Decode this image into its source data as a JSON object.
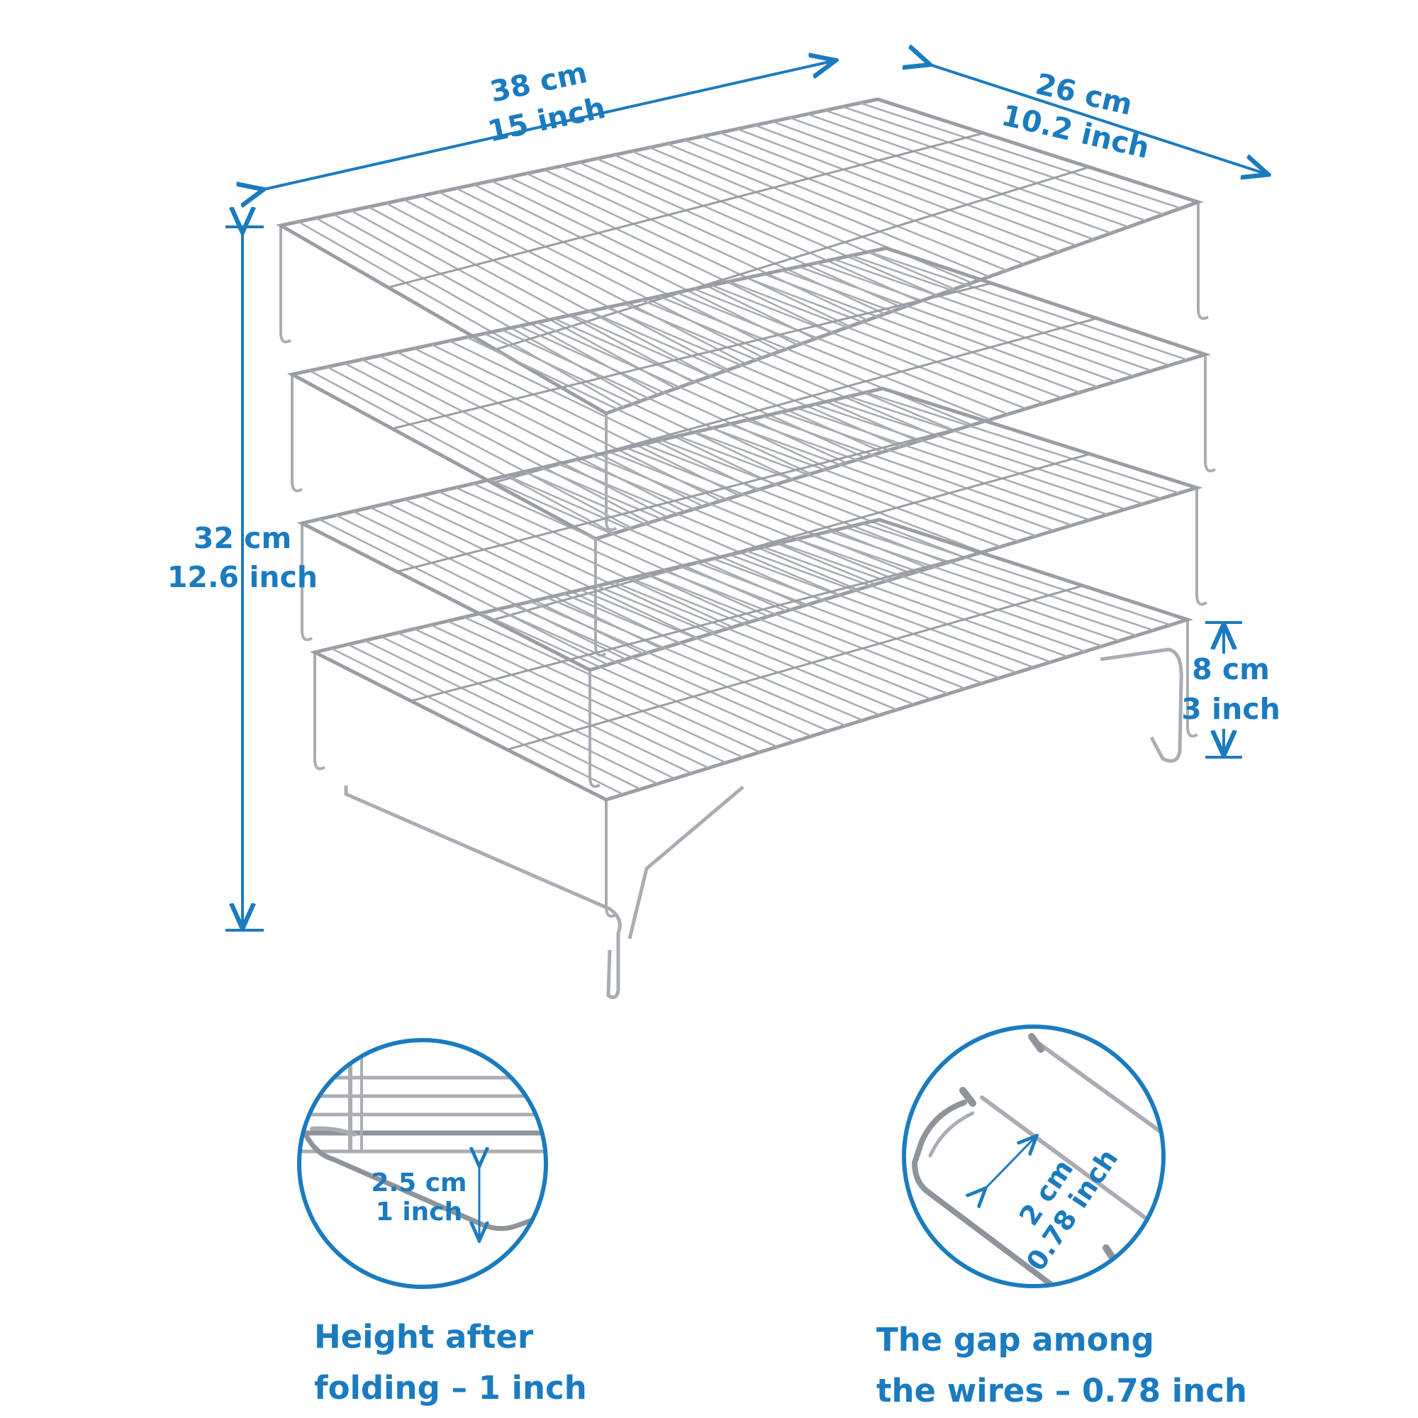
{
  "dimensions": {
    "width": {
      "cm": "38 cm",
      "inch": "15 inch"
    },
    "depth": {
      "cm": "26 cm",
      "inch": "10.2 inch"
    },
    "height": {
      "cm": "32 cm",
      "inch": "12.6 inch"
    },
    "tier_gap": {
      "cm": "8 cm",
      "inch": "3 inch"
    }
  },
  "details": {
    "fold": {
      "measure_cm": "2.5 cm",
      "measure_inch": "1 inch",
      "caption_line1": "Height after",
      "caption_line2": "folding – 1 inch"
    },
    "gap": {
      "measure_cm": "2 cm",
      "measure_inch": "0.78 inch",
      "caption_line1": "The gap among",
      "caption_line2": "the wires – 0.78 inch"
    }
  },
  "colors": {
    "accent": "#1b7bbf",
    "wire": "#a9adb3"
  }
}
